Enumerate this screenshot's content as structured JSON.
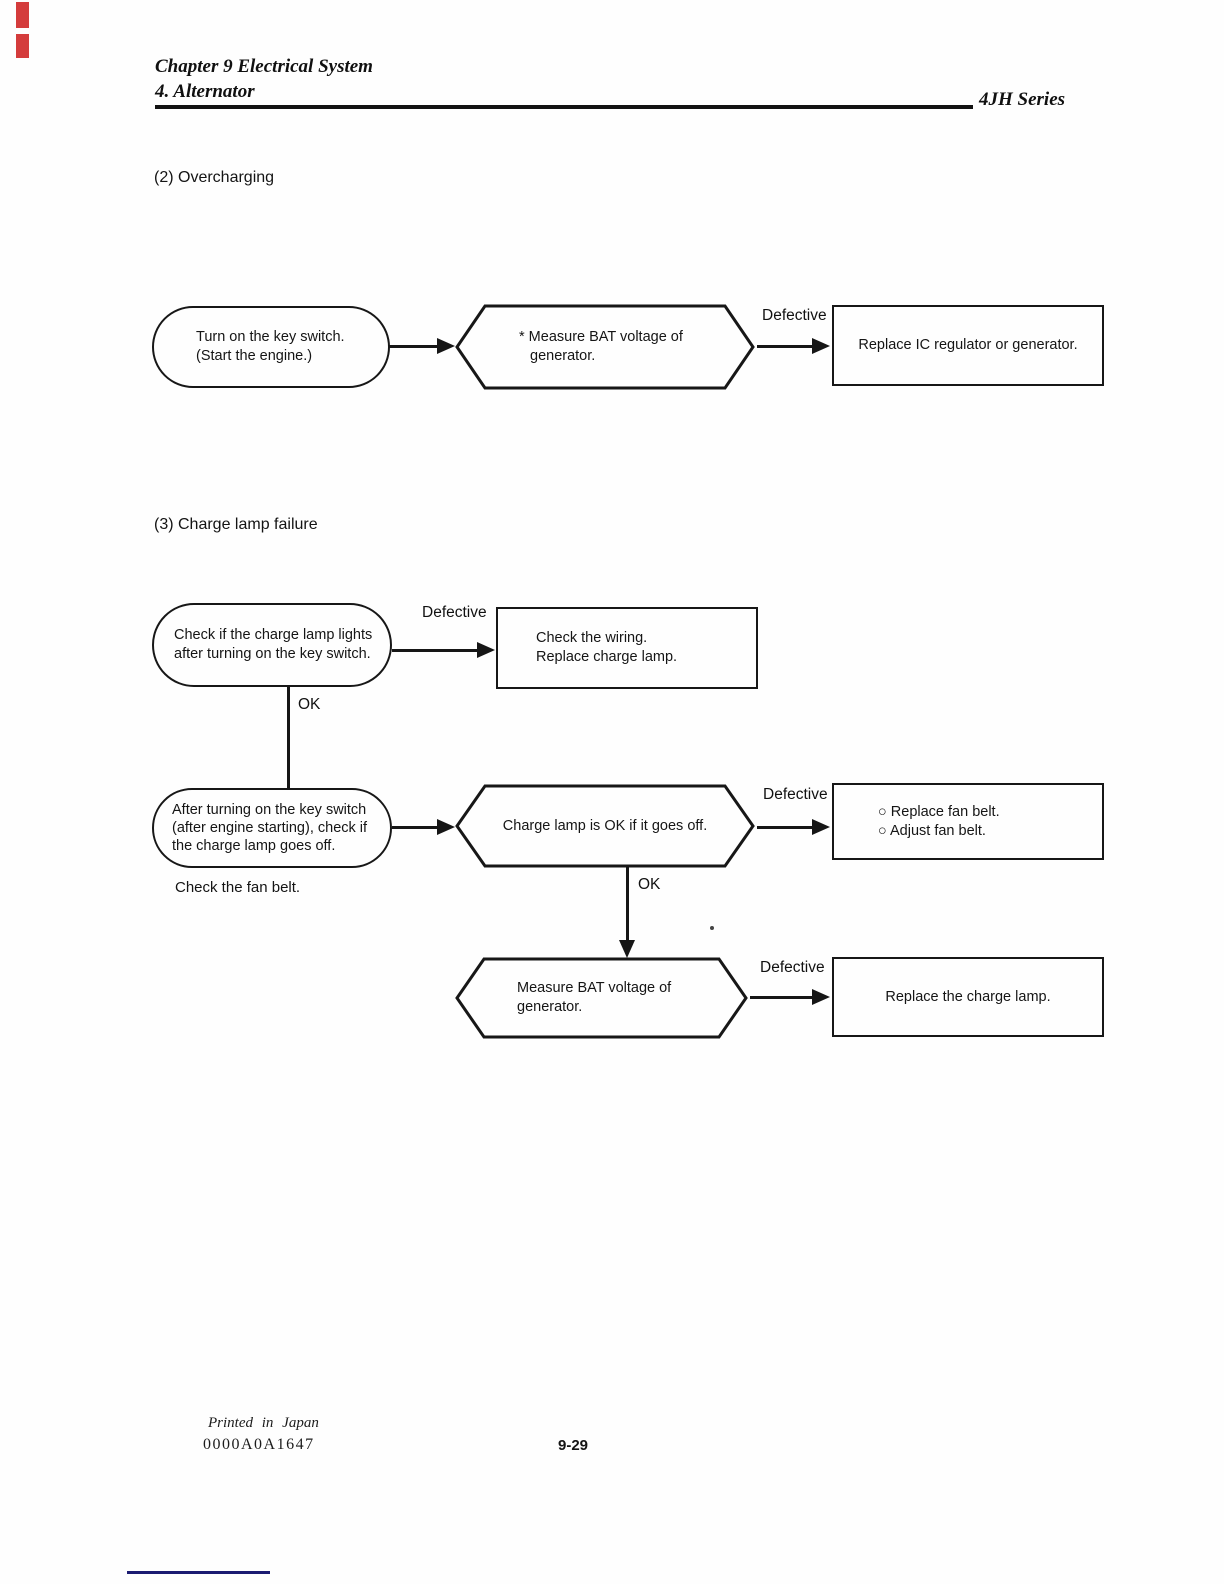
{
  "page": {
    "header": {
      "chapter_line1": "Chapter 9 Electrical System",
      "chapter_line2": "4. Alternator",
      "series": "4JH  Series"
    },
    "footer": {
      "printed": "Printed in Japan",
      "code": "0000A0A1647",
      "page_number": "9-29"
    }
  },
  "sections": {
    "overcharging": {
      "heading": "(2) Overcharging",
      "flow": {
        "start": {
          "lines": [
            "Turn on the key switch.",
            "(Start the engine.)"
          ]
        },
        "check": {
          "lines": [
            "* Measure BAT voltage of",
            "generator."
          ]
        },
        "defective_label": "Defective",
        "action": {
          "lines": [
            "Replace IC regulator or generator."
          ]
        }
      }
    },
    "charge_lamp": {
      "heading": "(3) Charge lamp failure",
      "flow": {
        "step1": {
          "lines": [
            "Check if the charge lamp lights",
            "after turning on the key switch."
          ]
        },
        "step1_defective_label": "Defective",
        "step1_action": {
          "lines": [
            "Check the wiring.",
            "Replace charge lamp."
          ]
        },
        "step1_ok_label": "OK",
        "step2": {
          "lines": [
            "After turning on the key switch",
            "(after engine starting), check if",
            "the charge lamp goes off."
          ]
        },
        "step2_note": "Check the fan belt.",
        "step2_check": {
          "lines": [
            "Charge lamp is OK if it goes off."
          ]
        },
        "step2_defective_label": "Defective",
        "step2_action": {
          "lines": [
            "○ Replace fan belt.",
            "○ Adjust fan belt."
          ]
        },
        "step2_ok_label": "OK",
        "step3": {
          "lines": [
            "Measure BAT voltage of",
            "generator."
          ]
        },
        "step3_defective_label": "Defective",
        "step3_action": {
          "lines": [
            "Replace the charge lamp."
          ]
        }
      }
    }
  },
  "colors": {
    "ink": "#161616",
    "blue_line_artifact": "#1c1c72",
    "red_mark_artifact": "#d43c3c"
  }
}
